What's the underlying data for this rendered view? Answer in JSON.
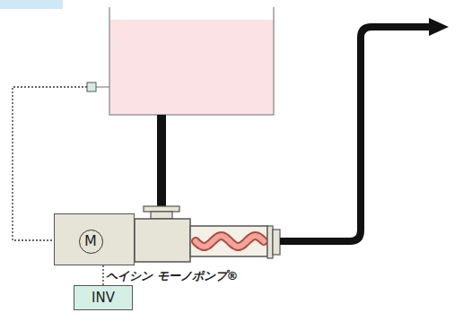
{
  "diagram": {
    "nodes": [
      {
        "text": [
          "M"
        ]
      },
      {
        "text": [
          "INV"
        ]
      }
    ],
    "edges": [
      {
        "from": 0,
        "to": 1,
        "arrow": "none"
      }
    ],
    "labels": [
      "ヘイシン モーノポンプ®"
    ]
  }
}
